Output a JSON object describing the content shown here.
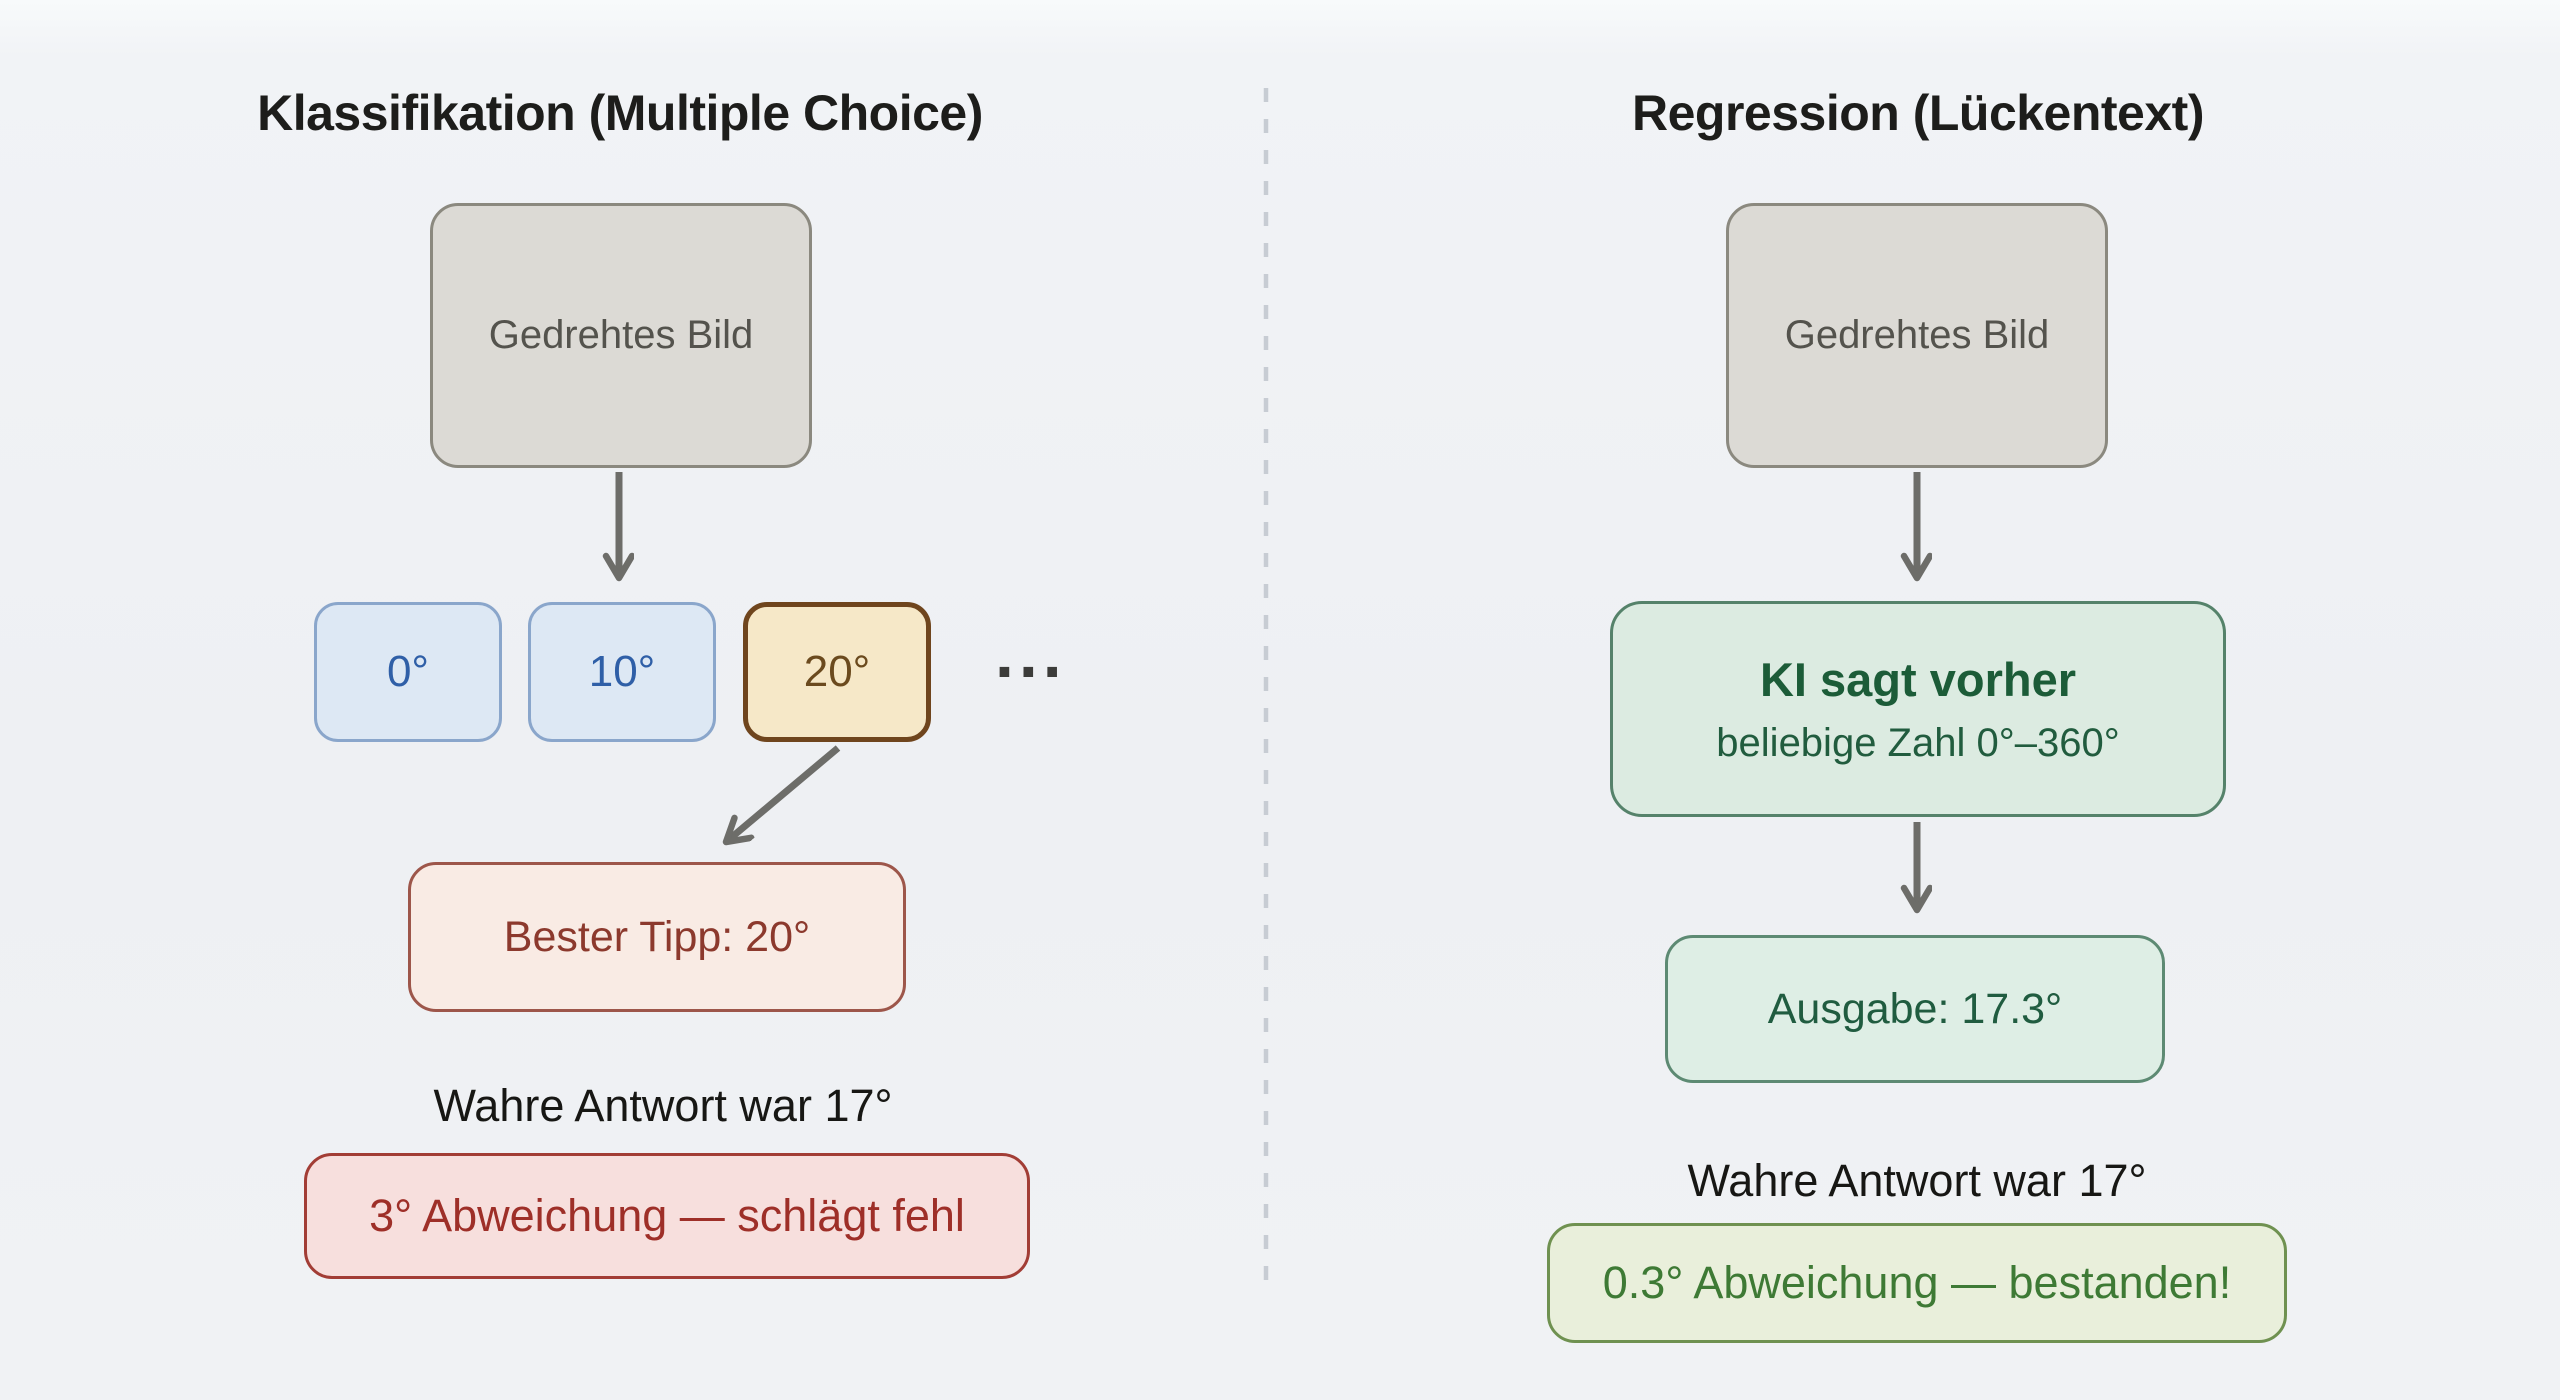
{
  "left": {
    "title": "Klassifikation (Multiple Choice)",
    "source_box": "Gedrehtes Bild",
    "options": [
      {
        "label": "0°"
      },
      {
        "label": "10°"
      },
      {
        "label": "20°"
      }
    ],
    "ellipsis": "...",
    "best_guess": "Bester Tipp: 20°",
    "truth": "Wahre Antwort war 17°",
    "verdict": "3° Abweichung — schlägt fehl"
  },
  "right": {
    "title": "Regression (Lückentext)",
    "source_box": "Gedrehtes Bild",
    "prediction_title": "KI sagt vorher",
    "prediction_subtitle": "beliebige Zahl 0°–360°",
    "output": "Ausgabe: 17.3°",
    "truth": "Wahre Antwort war 17°",
    "verdict": "0.3° Abweichung — bestanden!"
  },
  "colors": {
    "background": "#eef0f3",
    "neutral_box_fill": "#dcdad5",
    "neutral_box_border": "#8b897f",
    "option_fill": "#dde8f4",
    "option_border": "#8aa6cb",
    "option_text": "#2f5fa7",
    "option_selected_fill": "#f6e8c8",
    "option_selected_border": "#6f451d",
    "option_selected_text": "#6b4a1e",
    "guess_fill": "#f9ebe4",
    "guess_border": "#9d564a",
    "guess_text": "#8c392d",
    "fail_fill": "#f7dfdd",
    "fail_border": "#a23d35",
    "fail_text": "#9e2f28",
    "predict_fill": "#dcebe1",
    "predict_border": "#55826a",
    "predict_text": "#1c5c38",
    "output_fill": "#deeee5",
    "output_border": "#5d8a73",
    "output_text": "#205c40",
    "pass_fill": "#e9efdb",
    "pass_border": "#6f9150",
    "pass_text": "#3e7a35",
    "arrow": "#6d6d69",
    "divider": "#c7ccd3"
  }
}
